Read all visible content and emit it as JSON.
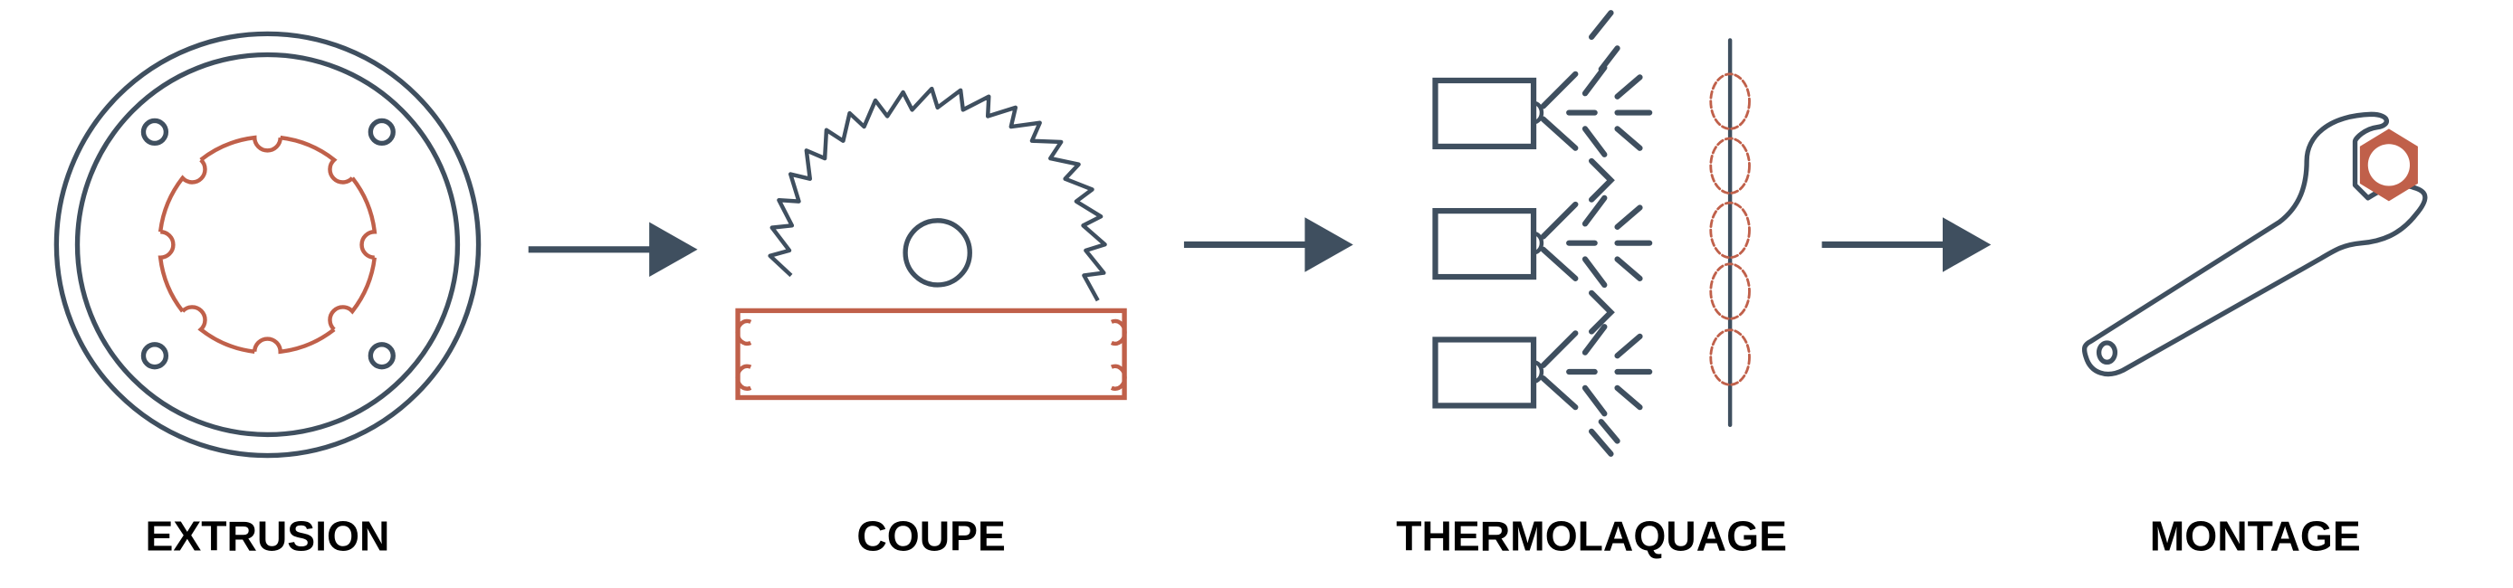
{
  "steps": [
    {
      "label": "EXTRUSION",
      "icon": "extrusion-die-icon"
    },
    {
      "label": "COUPE",
      "icon": "circular-saw-icon"
    },
    {
      "label": "THERMOLAQUAGE",
      "icon": "spray-coating-icon"
    },
    {
      "label": "MONTAGE",
      "icon": "wrench-icon"
    }
  ],
  "colors": {
    "primary": "#3f4f5f",
    "accent": "#c0604a",
    "text": "#000000"
  }
}
